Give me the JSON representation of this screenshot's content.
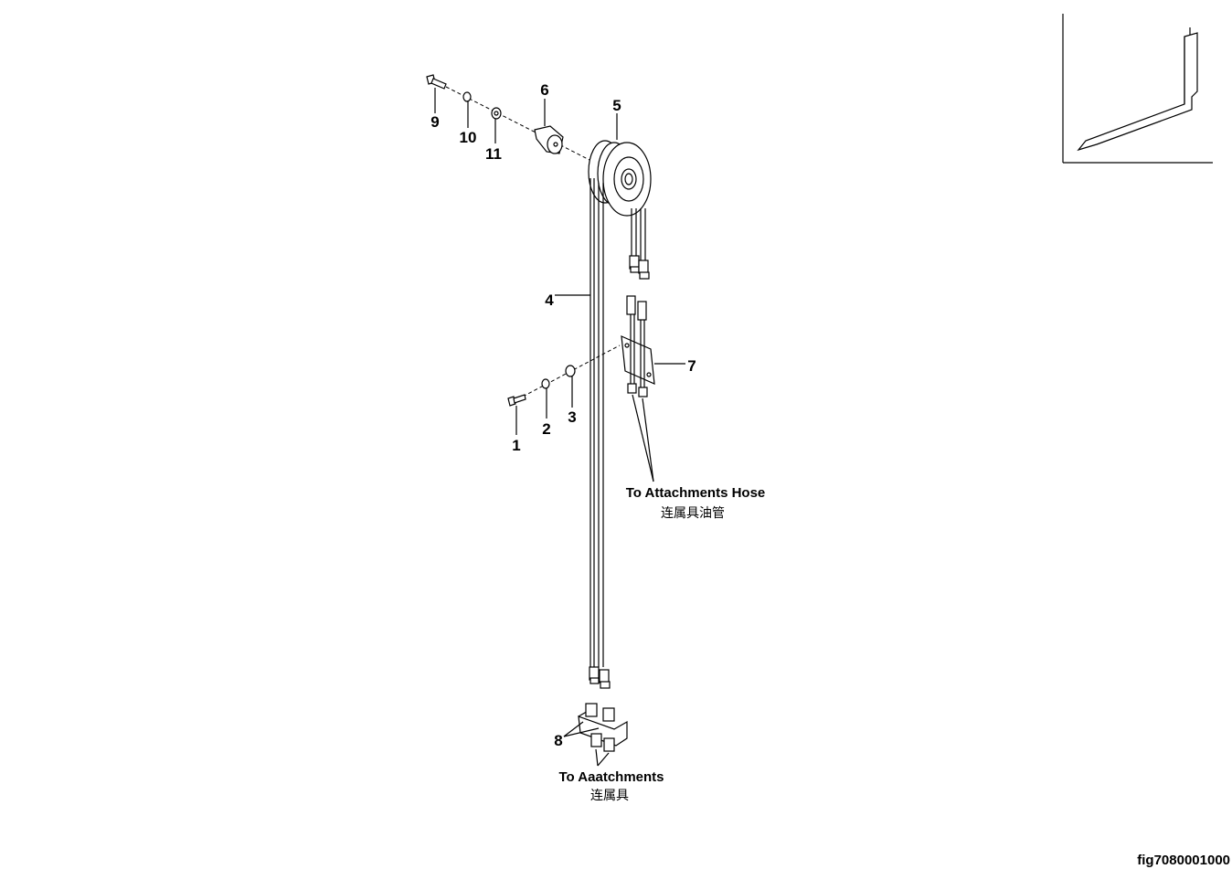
{
  "callouts": {
    "p1": "1",
    "p2": "2",
    "p3": "3",
    "p4": "4",
    "p5": "5",
    "p6": "6",
    "p7": "7",
    "p8": "8",
    "p9": "9",
    "p10": "10",
    "p11": "11"
  },
  "notes": {
    "attachments_hose_en": "To Attachments Hose",
    "attachments_hose_cn": "连属具油管",
    "attachments_en": "To Aaatchments",
    "attachments_cn": "连属具"
  },
  "figure_id": "fig7080001000"
}
